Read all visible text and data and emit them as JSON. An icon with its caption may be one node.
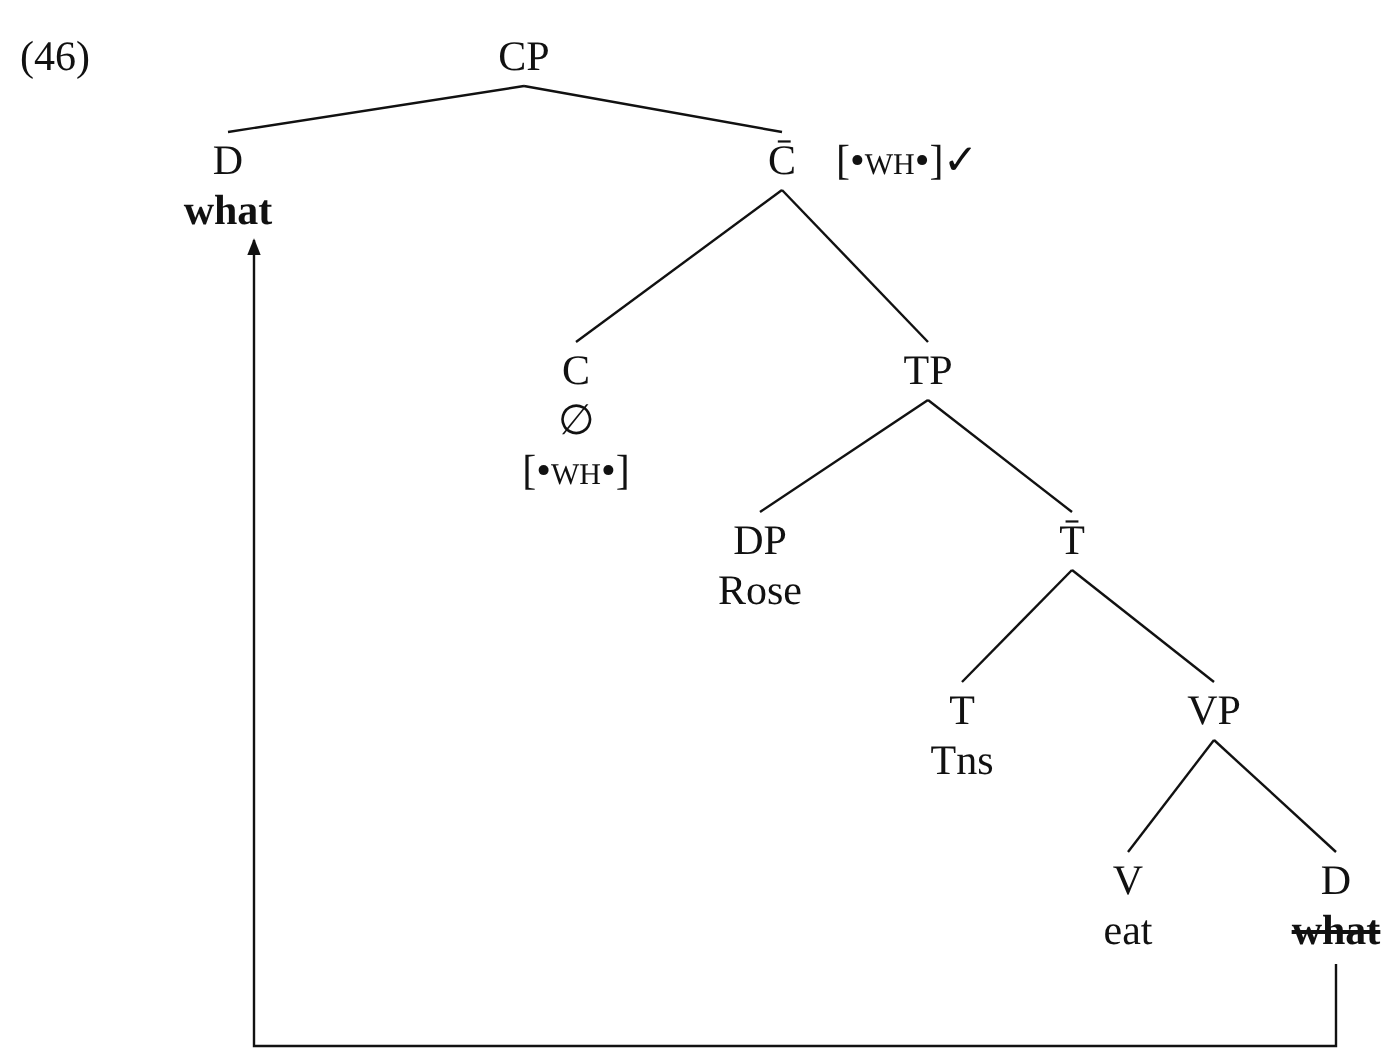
{
  "diagram": {
    "nodes": [
      {
        "text": [
          "CP"
        ]
      },
      {
        "text": [
          "D",
          "what"
        ]
      },
      {
        "text": [
          "C̄"
        ],
        "beside": [
          "[•wh•]✓"
        ]
      },
      {
        "text": [
          "C",
          "∅",
          "[•wh•]"
        ]
      },
      {
        "text": [
          "TP"
        ]
      },
      {
        "text": [
          "DP",
          "Rose"
        ]
      },
      {
        "text": [
          "T̄"
        ]
      },
      {
        "text": [
          "T",
          "Tns"
        ]
      },
      {
        "text": [
          "VP"
        ]
      },
      {
        "text": [
          "V",
          "eat"
        ]
      },
      {
        "text": [
          "D",
          "what"
        ]
      }
    ],
    "edges": [
      {
        "from": 0,
        "to": 1,
        "arrow": "none"
      },
      {
        "from": 0,
        "to": 2,
        "arrow": "none"
      },
      {
        "from": 2,
        "to": 3,
        "arrow": "none"
      },
      {
        "from": 2,
        "to": 4,
        "arrow": "none"
      },
      {
        "from": 4,
        "to": 5,
        "arrow": "none"
      },
      {
        "from": 4,
        "to": 6,
        "arrow": "none"
      },
      {
        "from": 6,
        "to": 7,
        "arrow": "none"
      },
      {
        "from": 6,
        "to": 8,
        "arrow": "none"
      },
      {
        "from": 8,
        "to": 9,
        "arrow": "none"
      },
      {
        "from": 8,
        "to": 10,
        "arrow": "none"
      },
      {
        "from": 10,
        "to": 1,
        "arrow": "to"
      }
    ],
    "labels": [
      "(46)"
    ]
  }
}
